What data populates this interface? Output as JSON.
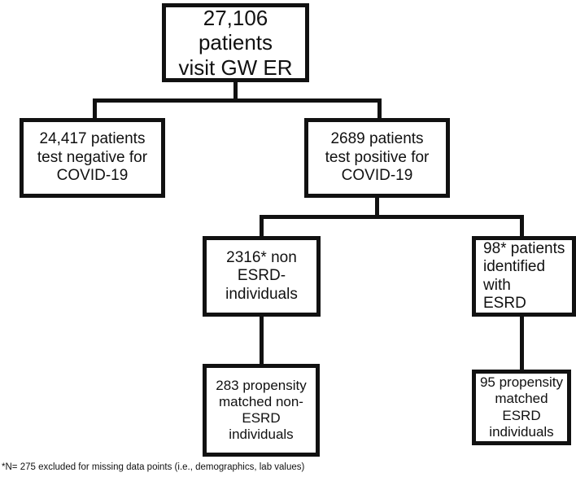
{
  "boxes": {
    "root": "27,106 patients\nvisit GW ER",
    "negative": "24,417 patients\ntest negative for\nCOVID-19",
    "positive": "2689 patients\ntest positive for\nCOVID-19",
    "non_esrd": "2316* non\nESRD-\nindividuals",
    "esrd": "98* patients\nidentified with\nESRD",
    "matched_non_esrd": "283 propensity\nmatched non-\nESRD\nindividuals",
    "matched_esrd": "95 propensity\nmatched ESRD\nindividuals"
  },
  "footnote": "*N= 275 excluded for missing data points (i.e., demographics, lab values)"
}
